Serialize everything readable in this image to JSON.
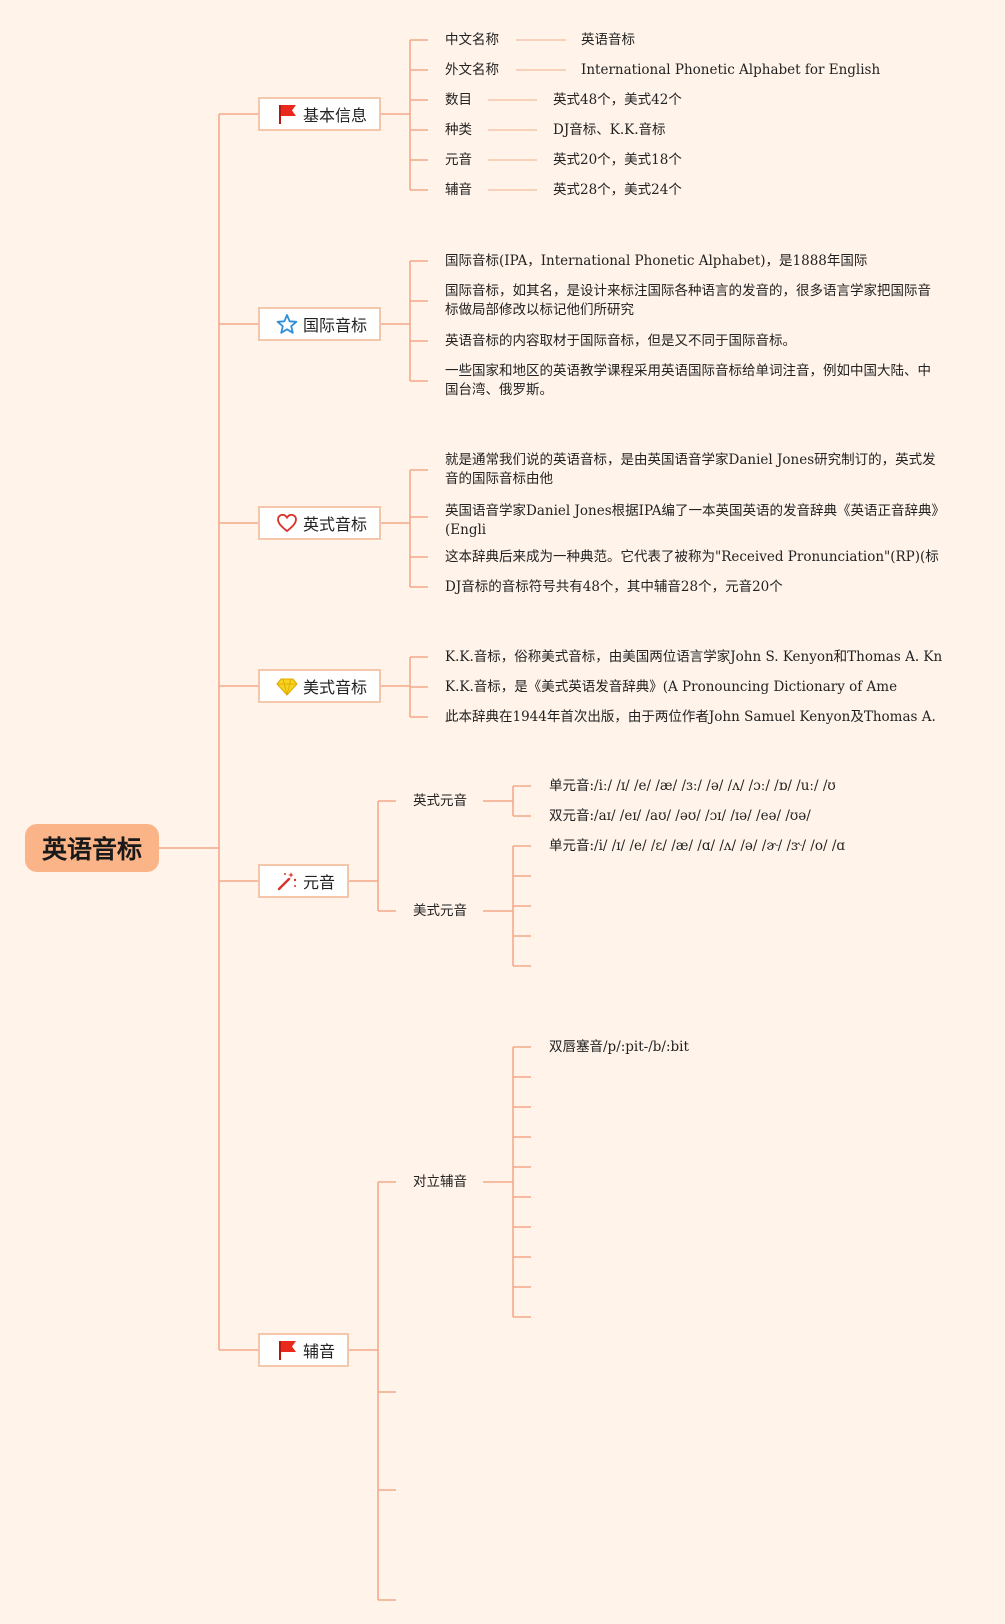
{
  "root": "英语音标",
  "branches": {
    "basic": "基本信息",
    "ipa": "国际音标",
    "british": "英式音标",
    "american": "美式音标",
    "vowels": "元音",
    "consonants": "辅音"
  },
  "basic_info": [
    {
      "key": "中文名称",
      "value": "英语音标"
    },
    {
      "key": "外文名称",
      "value": "International Phonetic Alphabet for English"
    },
    {
      "key": "数目",
      "value": "英式48个，美式42个"
    },
    {
      "key": "种类",
      "value": "DJ音标、K.K.音标"
    },
    {
      "key": "元音",
      "value": "英式20个，美式18个"
    },
    {
      "key": "辅音",
      "value": "英式28个，美式24个"
    }
  ],
  "ipa_notes": [
    "国际音标(IPA，International Phonetic Alphabet)，是1888年国际",
    "国际音标，如其名，是设计来标注国际各种语言的发音的，很多语言学家把国际音标做局部修改以标记他们所研究",
    "英语音标的内容取材于国际音标，但是又不同于国际音标。",
    "一些国家和地区的英语教学课程采用英语国际音标给单词注音，例如中国大陆、中国台湾、俄罗斯。"
  ],
  "british_notes": [
    "就是通常我们说的英语音标，是由英国语音学家Daniel Jones研究制订的，英式发音的国际音标由他",
    "英国语音学家Daniel Jones根据IPA编了一本英国英语的发音辞典《英语正音辞典》(Engli",
    "这本辞典后来成为一种典范。它代表了被称为\"Received Pronunciation\"(RP)(标",
    "DJ音标的音标符号共有48个，其中辅音28个，元音20个"
  ],
  "american_notes": [
    "K.K.音标，俗称美式音标，由美国两位语言学家John S. Kenyon和Thomas A. Kn",
    "K.K.音标，是《美式英语发音辞典》(A Pronouncing Dictionary of Ame",
    "此本辞典在1944年首次出版，由于两位作者John Samuel Kenyon及Thomas A."
  ],
  "vowels": {
    "british": {
      "label": "英式元音",
      "items": [
        "单元音:/iː/ /ɪ/ /e/ /æ/ /ɜː/ /ə/ /ʌ/ /ɔː/ /ɒ/ /uː/ /ʊ",
        "双元音:/aɪ/ /eɪ/ /aʊ/ /əʊ/ /ɔɪ/ /ɪə/ /eə/ /ʊə/"
      ]
    },
    "american": {
      "label": "美式元音",
      "items": [
        "单元音:/i/ /ɪ/ /e/ /ɛ/ /æ/ /ɑ/ /ʌ/ /ə/ /ɚ/ /ɝ/ /o/ /ɑ"
      ]
    }
  },
  "consonants": {
    "opposing": {
      "label": "对立辅音",
      "items": [
        "双唇塞音/p/:pit-/b/:bit"
      ]
    }
  },
  "colors": {
    "background": "#fff3ea",
    "root": "#fbb487",
    "line": "#f3a98a",
    "line_light": "#f6c6ab",
    "flag": "#e8291c",
    "star": "#2f8fd8",
    "heart": "#d9342b",
    "diamond": "#f5d21f"
  },
  "icons": {
    "basic": "red-flag-icon",
    "ipa": "blue-star-icon",
    "british": "red-heart-icon",
    "american": "yellow-diamond-icon",
    "vowels": "magic-wand-icon",
    "consonants": "red-flag-icon"
  }
}
